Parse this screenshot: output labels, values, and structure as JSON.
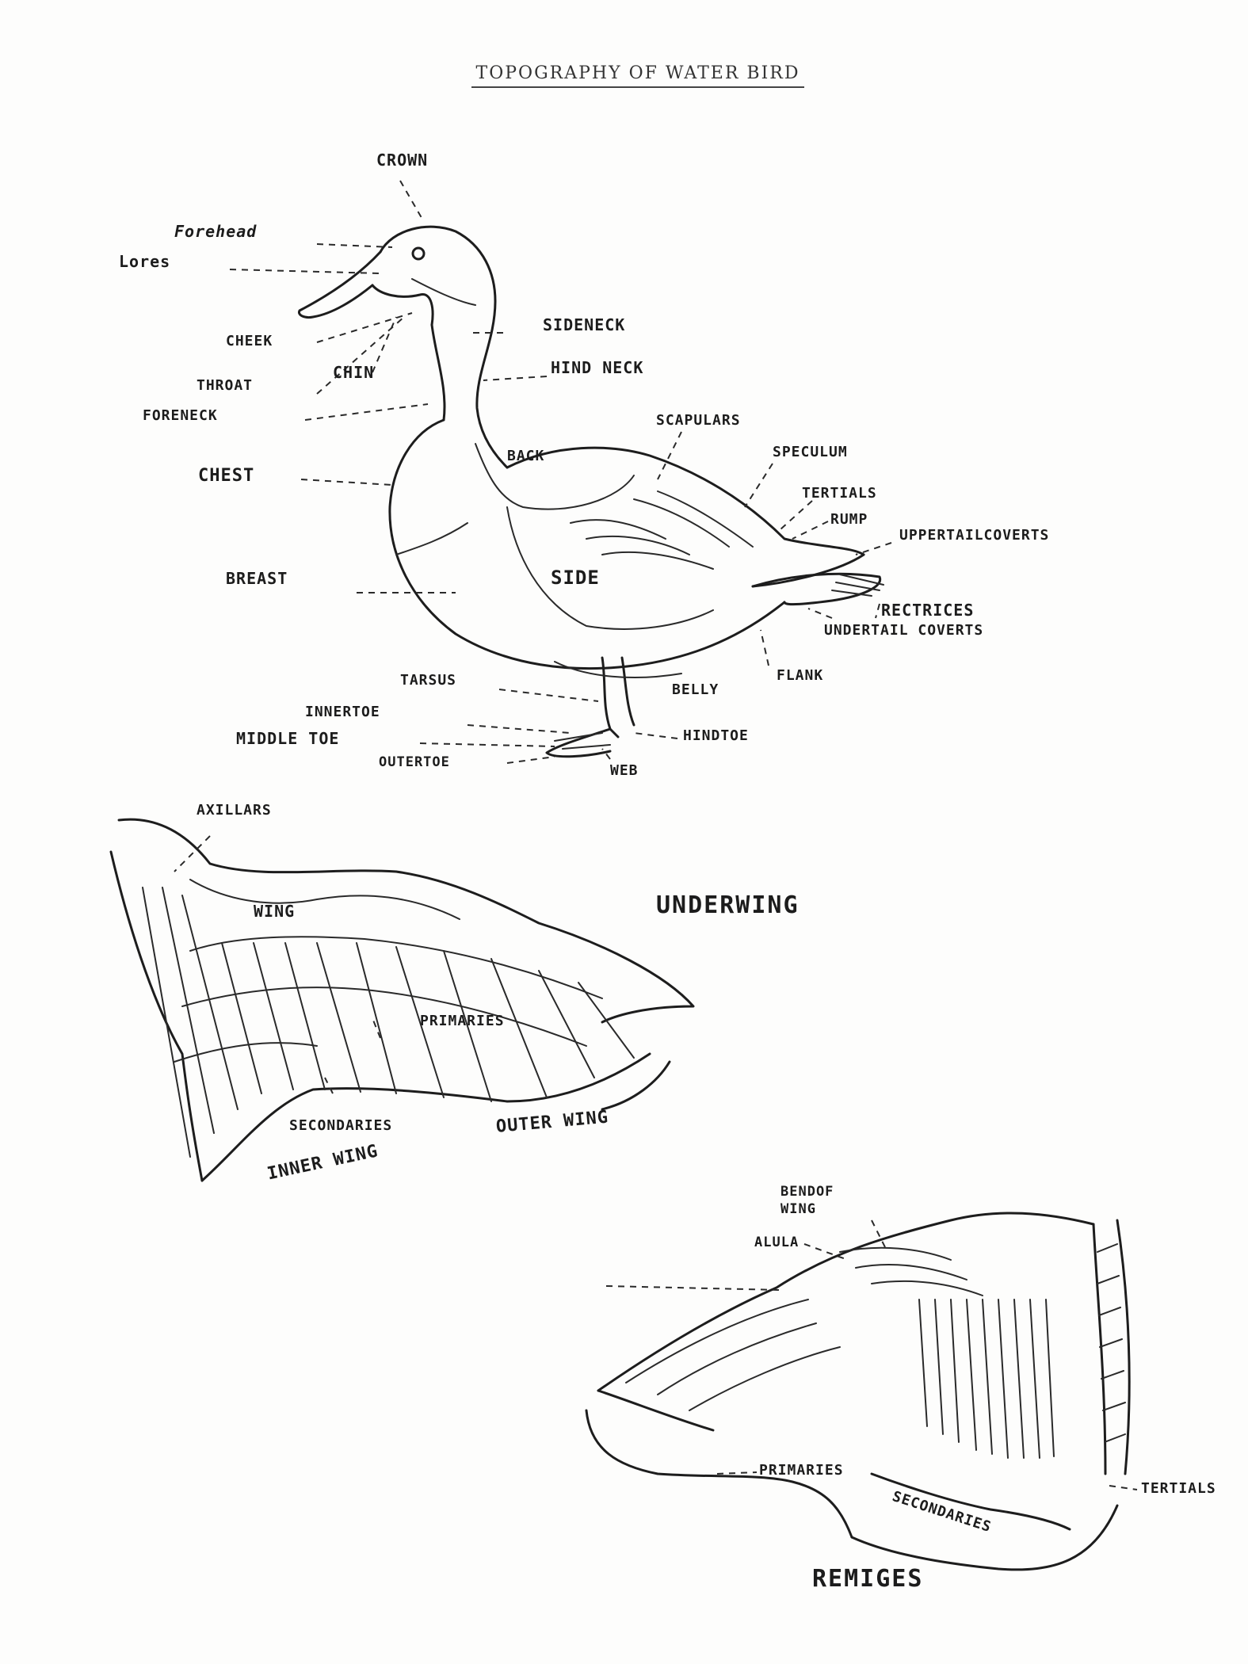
{
  "title": "TOPOGRAPHY OF WATER BIRD",
  "bird_labels": {
    "crown": "CROWN",
    "forehead": "Forehead",
    "lores": "Lores",
    "cheek": "CHEEK",
    "chin": "CHIN",
    "throat": "THROAT",
    "foreneck": "FORENECK",
    "sideneck": "SIDENECK",
    "hindneck": "HIND NECK",
    "chest": "CHEST",
    "back": "BACK",
    "scapulars": "SCAPULARS",
    "speculum": "SPECULUM",
    "tertials": "TERTIALS",
    "rump": "RUMP",
    "uppertail_coverts": "UPPERTAILCOVERTS",
    "side": "SIDE",
    "breast": "BREAST",
    "rectrices": "RECTRICES",
    "undertail_coverts": "UNDERTAIL COVERTS",
    "tarsus": "TARSUS",
    "belly": "BELLY",
    "flank": "FLANK",
    "innertoe": "INNERTOE",
    "middle_toe": "MIDDLE TOE",
    "outertoe": "OUTERTOE",
    "hindtoe": "HINDTOE",
    "web": "WEB"
  },
  "underwing_labels": {
    "heading": "UNDERWING",
    "axillars": "AXILLARS",
    "wing": "WING",
    "primaries": "PRIMARIES",
    "secondaries": "SECONDARIES",
    "inner_wing": "INNER WING",
    "outer_wing": "OUTER WING"
  },
  "upperwing_labels": {
    "bend_of_wing": "BENDOF WING",
    "alula": "ALULA",
    "primaries": "PRIMARIES",
    "secondaries": "SECONDARIES",
    "tertials": "TERTIALS",
    "remiges": "REMIGES"
  },
  "colors": {
    "ink": "#1d1d1d",
    "paper": "#fdfdfc"
  }
}
